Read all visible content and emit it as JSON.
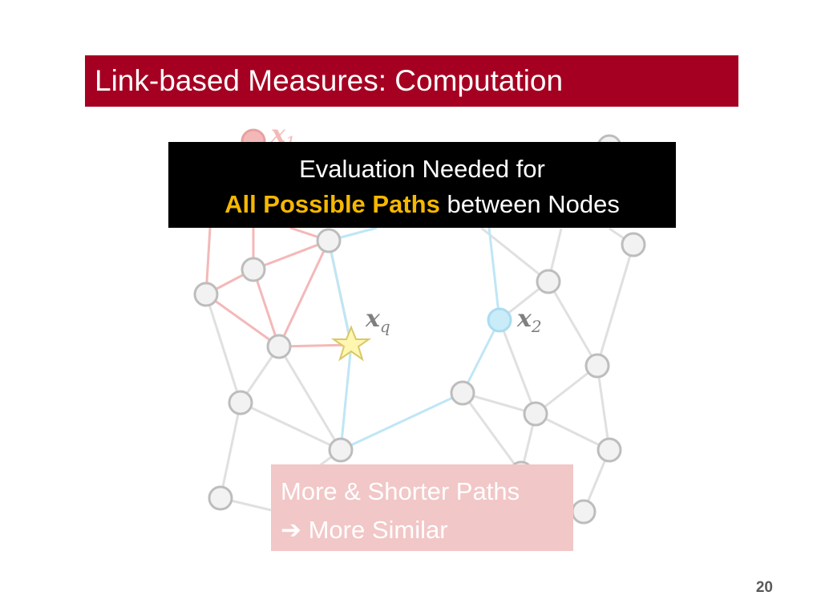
{
  "slide": {
    "title": "Link-based Measures: Computation",
    "page_number": "20"
  },
  "callout_top": {
    "line1": "Evaluation Needed for",
    "highlight": "All Possible Paths",
    "rest": "between Nodes",
    "highlight_color": "#f5b800"
  },
  "callout_bottom": {
    "line1": "More & Shorter Paths",
    "arrow": "➔",
    "line2": "More Similar"
  },
  "labels": {
    "xq": {
      "base": "x",
      "sub": "q"
    },
    "x2": {
      "base": "x",
      "sub": "2"
    },
    "x1": {
      "base": "x",
      "sub": "1"
    }
  },
  "colors": {
    "title_bg": "#a50021",
    "path_red": "#f4b8b8",
    "path_blue": "#bfe6f5",
    "edge_gray": "#e0e0e0",
    "node_fill": "#f2f2f2",
    "node_stroke": "#bdbdbd",
    "query_star": "#fff7b0"
  }
}
